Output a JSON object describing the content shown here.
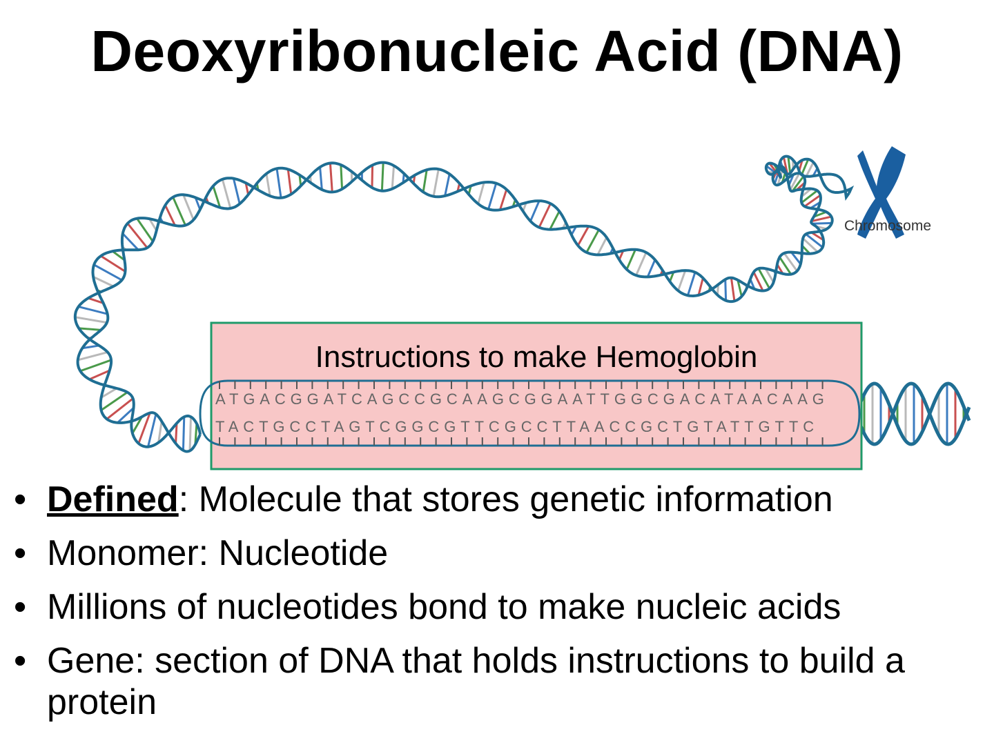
{
  "slide": {
    "title": "Deoxyribonucleic Acid (DNA)"
  },
  "figure": {
    "chromosome_label": "Chromosome",
    "gene_box_label": "Instructions to make Hemoglobin",
    "strand_top": "ATGACGGATCAGCCGCAAGCGGAATTGGCGACATAACAAG",
    "strand_bottom": "TACTGCCTAGTCGGCGTTCGCCTTAACCGCTGTATTGTTC",
    "colors": {
      "helix": "#1f6e93",
      "chromosome": "#1a5fa0",
      "gene_box_fill": "#f8c7c7",
      "gene_box_border": "#1f9a6a",
      "base_pairs": [
        "#c85050",
        "#4a9a4a",
        "#b9b9b9",
        "#3c7cc0"
      ]
    }
  },
  "bullets": [
    {
      "dot": "•",
      "term": "Defined",
      "text": ": Molecule that stores genetic information"
    },
    {
      "dot": "•",
      "text": "Monomer: Nucleotide"
    },
    {
      "dot": "•",
      "text": "Millions of nucleotides bond to make nucleic acids"
    },
    {
      "dot": "•",
      "text": "Gene: section of DNA that holds instructions to build a protein"
    }
  ]
}
